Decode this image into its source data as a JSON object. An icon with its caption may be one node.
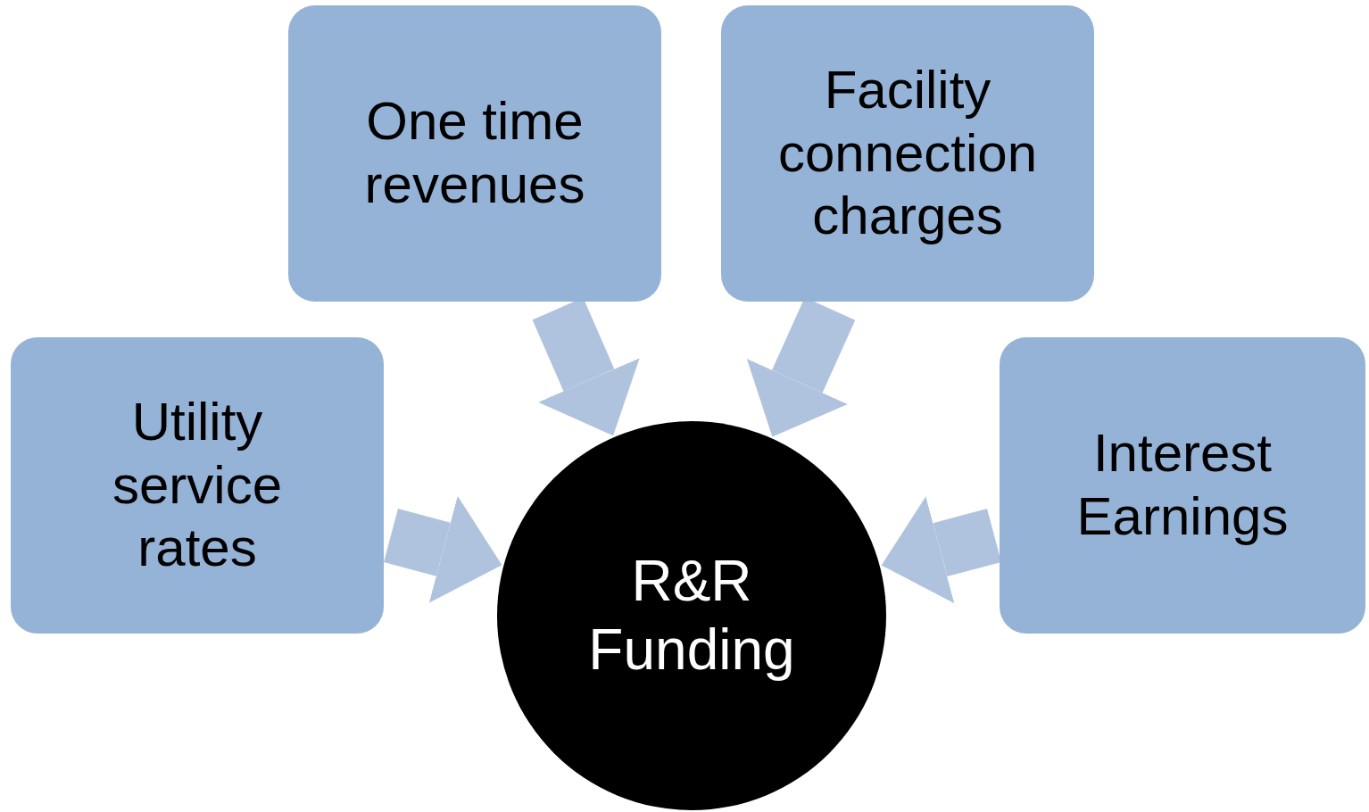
{
  "diagram": {
    "nodes": [
      {
        "text": [
          "One time revenues"
        ]
      },
      {
        "text": [
          "Facility connection charges"
        ]
      },
      {
        "text": [
          "Utility service rates"
        ]
      },
      {
        "text": [
          "Interest Earnings"
        ]
      },
      {
        "text": [
          "R&R Funding"
        ]
      }
    ],
    "edges": [
      {
        "from": 0,
        "to": 4,
        "arrow": "to"
      },
      {
        "from": 1,
        "to": 4,
        "arrow": "to"
      },
      {
        "from": 2,
        "to": 4,
        "arrow": "to"
      },
      {
        "from": 3,
        "to": 4,
        "arrow": "to"
      }
    ]
  }
}
